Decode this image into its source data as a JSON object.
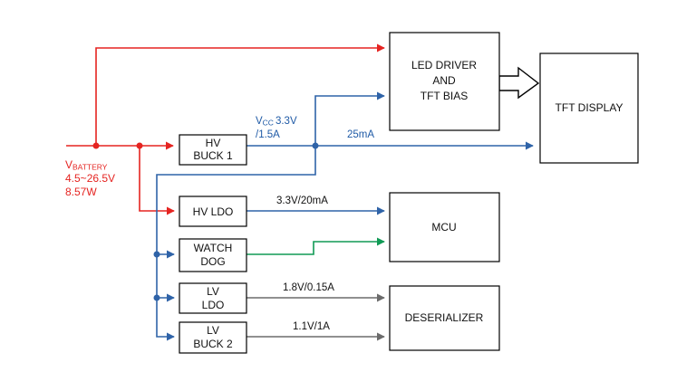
{
  "colors": {
    "battery_rail": "#e52421",
    "power_rail": "#2f63a8",
    "watchdog_signal": "#109a55",
    "low_voltage_rail": "#6b6b6b"
  },
  "battery": {
    "label_v": "V",
    "label_sub": "BATTERY",
    "range": "4.5~26.5V",
    "power": "8.57W"
  },
  "blocks": {
    "hv_buck": {
      "line1": "HV",
      "line2": "BUCK 1"
    },
    "hv_ldo": {
      "line1": "HV LDO"
    },
    "watchdog": {
      "line1": "WATCH",
      "line2": "DOG"
    },
    "lv_ldo": {
      "line1": "LV",
      "line2": "LDO"
    },
    "lv_buck": {
      "line1": "LV",
      "line2": "BUCK 2"
    },
    "led_driver": {
      "line1": "LED DRIVER",
      "line2": "AND",
      "line3": "TFT BIAS"
    },
    "tft_display": {
      "line1": "TFT DISPLAY"
    },
    "mcu": {
      "line1": "MCU"
    },
    "deserializer": {
      "line1": "DESERIALIZER"
    }
  },
  "wire_labels": {
    "vcc_v": "V",
    "vcc_sub": "CC",
    "vcc_value": "3.3V",
    "vcc_current": "/1.5A",
    "tft_current": "25mA",
    "mcu_supply": "3.3V/20mA",
    "lv_ldo_out": "1.8V/0.15A",
    "lv_buck_out": "1.1V/1A"
  }
}
